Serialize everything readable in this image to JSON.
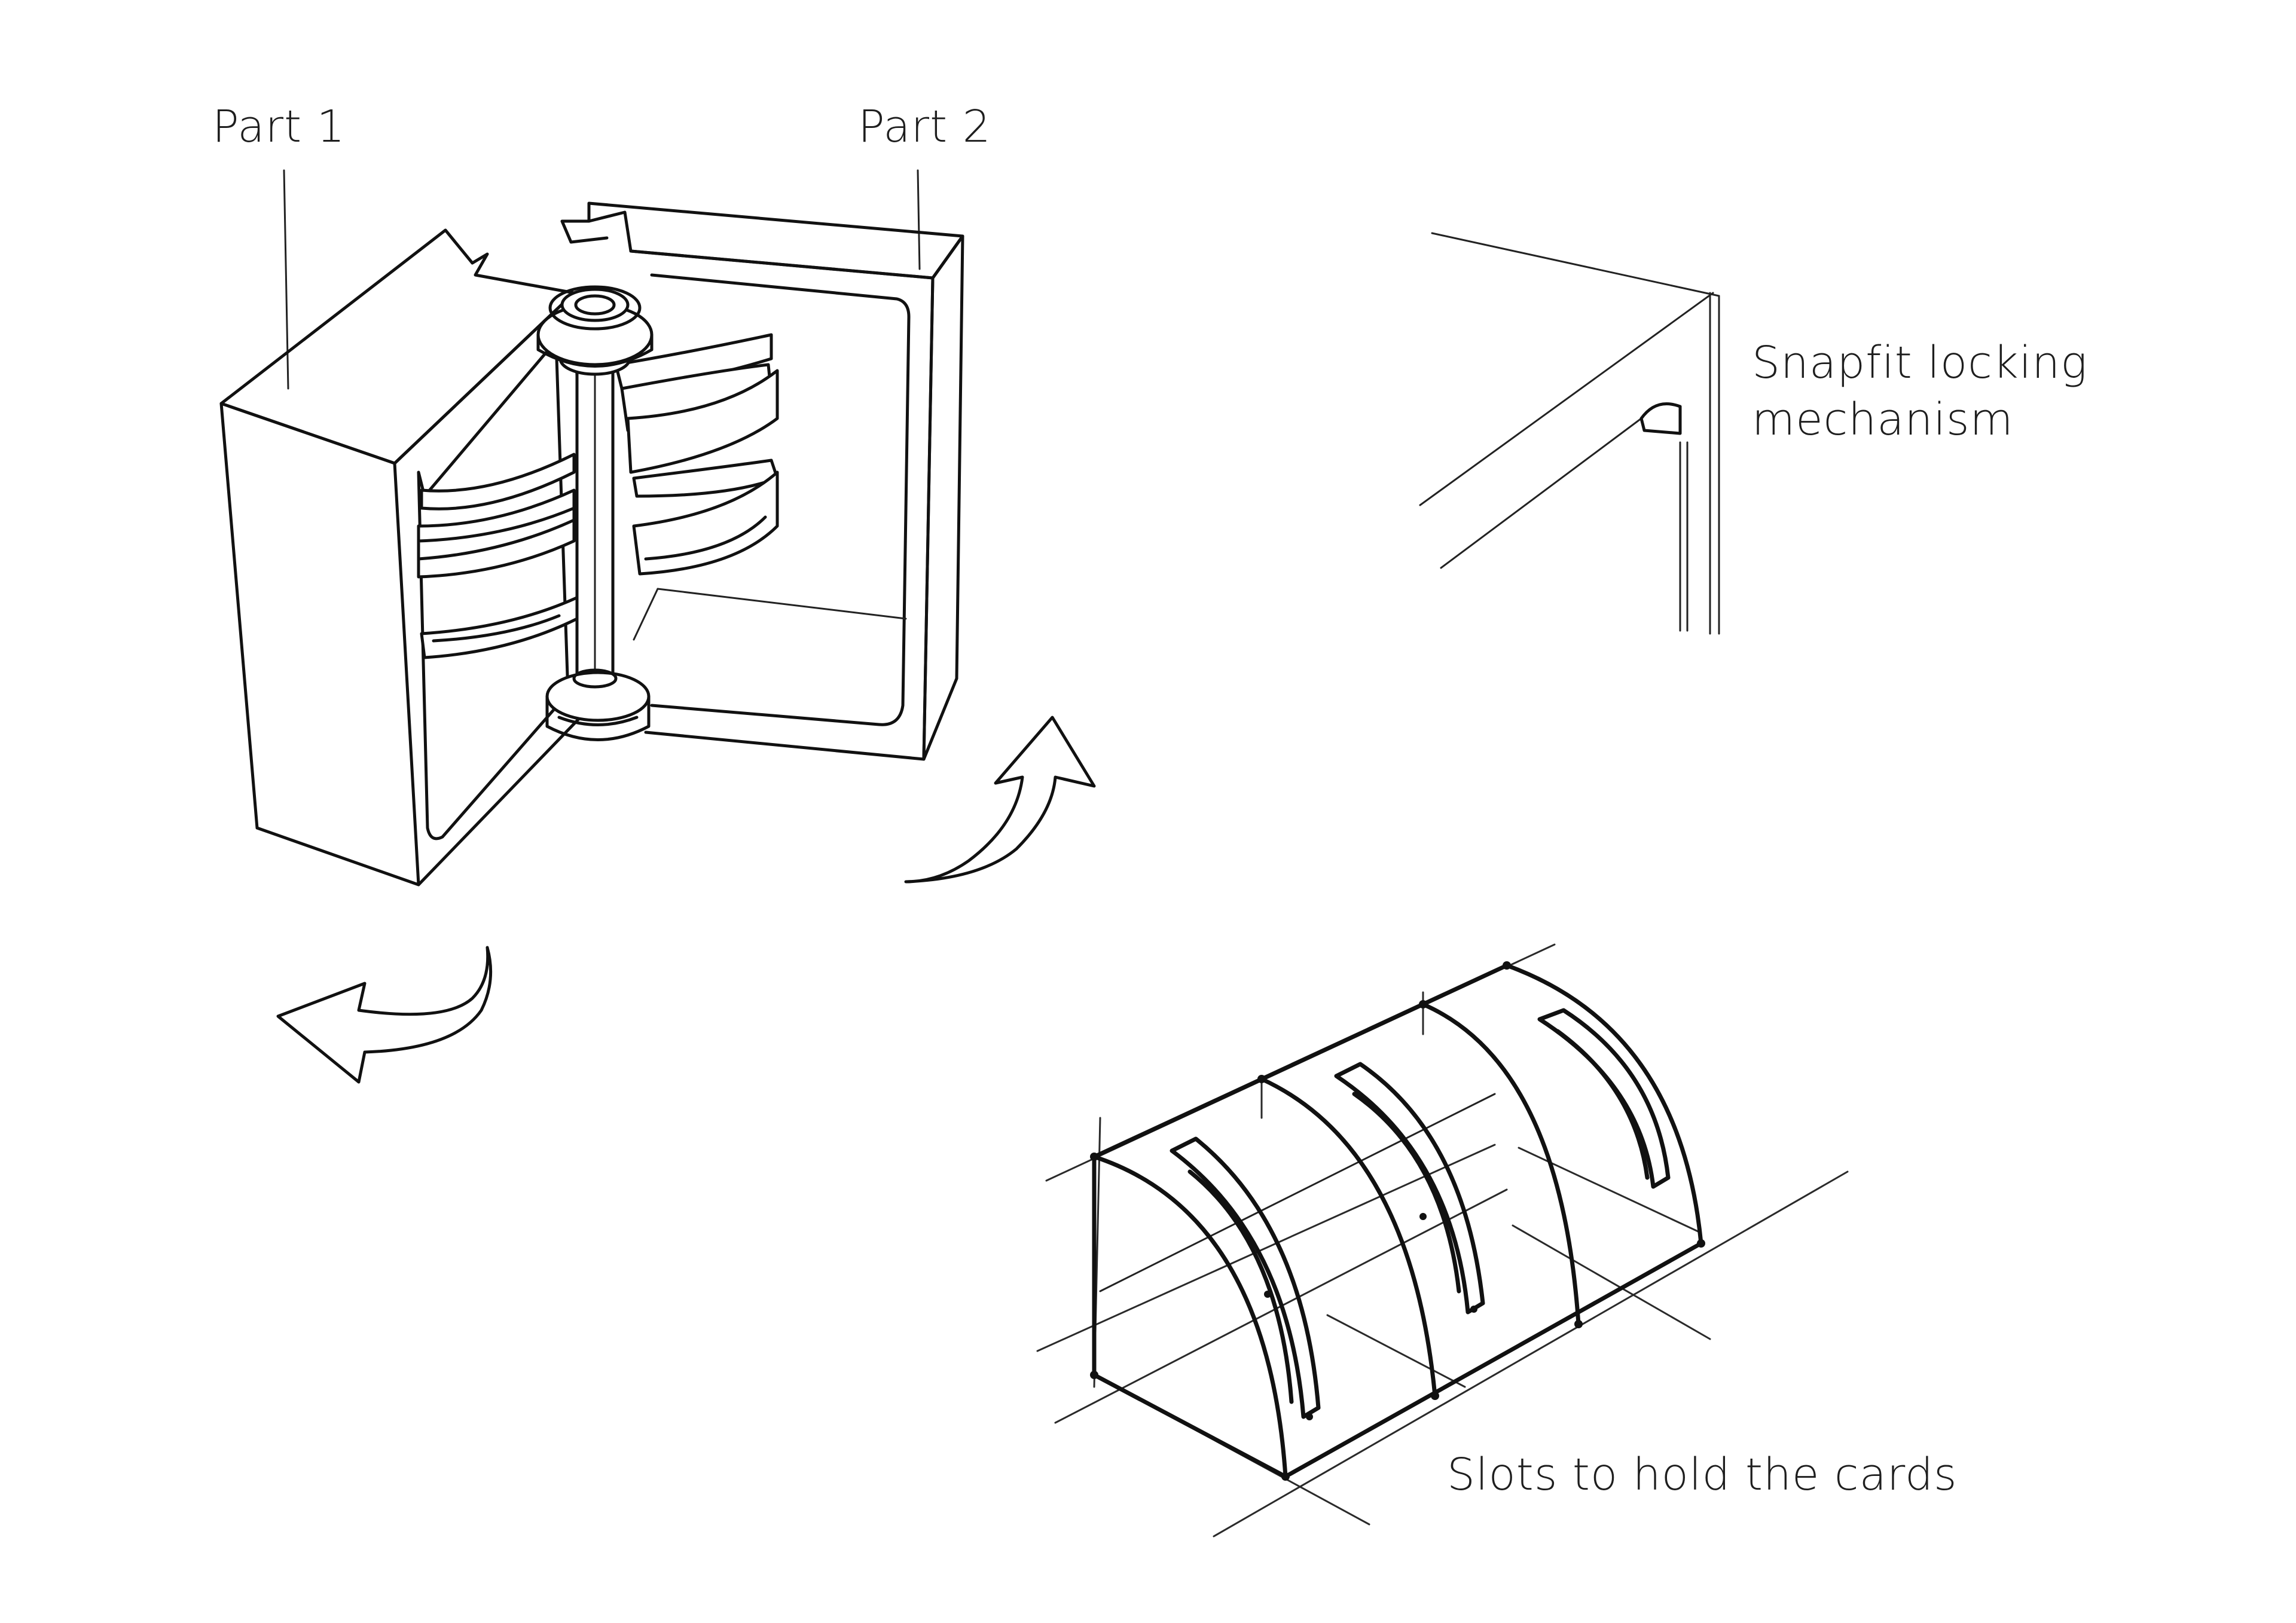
{
  "labels": {
    "part1": "Part 1",
    "part2": "Part 2",
    "snapfit_line1": "Snapfit locking",
    "snapfit_line2": "mechanism",
    "slots": "Slots to hold the cards"
  },
  "colors": {
    "ink": "#111111",
    "background": "#ffffff",
    "text": "#1e1e1e"
  },
  "icons": {
    "rotate_arrow_right": "curved-arrow-up-right",
    "rotate_arrow_left": "curved-arrow-left"
  }
}
